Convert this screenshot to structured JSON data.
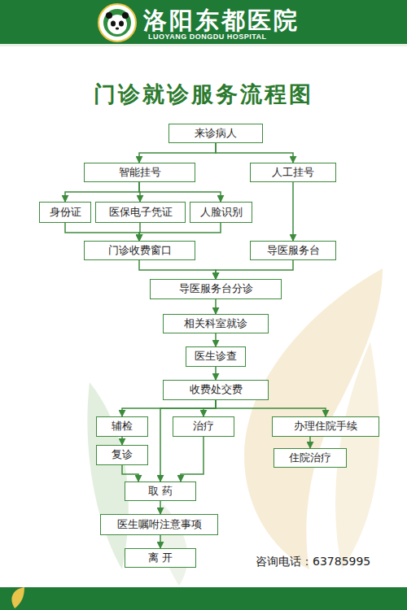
{
  "diagram": {
    "title": "门诊就诊服务流程图",
    "nodes": [
      {
        "text": [
          "来诊病人"
        ]
      },
      {
        "text": [
          "智能挂号"
        ]
      },
      {
        "text": [
          "人工挂号"
        ]
      },
      {
        "text": [
          "身份证"
        ]
      },
      {
        "text": [
          "医保电子凭证"
        ]
      },
      {
        "text": [
          "人脸识别"
        ]
      },
      {
        "text": [
          "门诊收费窗口"
        ]
      },
      {
        "text": [
          "导医服务台"
        ]
      },
      {
        "text": [
          "导医服务台分诊"
        ]
      },
      {
        "text": [
          "相关科室就诊"
        ]
      },
      {
        "text": [
          "医生诊查"
        ]
      },
      {
        "text": [
          "收费处交费"
        ]
      },
      {
        "text": [
          "辅检"
        ]
      },
      {
        "text": [
          "治疗"
        ]
      },
      {
        "text": [
          "办理住院手续"
        ]
      },
      {
        "text": [
          "复诊"
        ]
      },
      {
        "text": [
          "住院治疗"
        ]
      },
      {
        "text": [
          "取 药"
        ]
      },
      {
        "text": [
          "医生嘱咐注意事项"
        ]
      },
      {
        "text": [
          "离 开"
        ]
      }
    ],
    "edges": [
      {
        "from": 0,
        "to": 1,
        "arrow": "to"
      },
      {
        "from": 0,
        "to": 2,
        "arrow": "to"
      },
      {
        "from": 1,
        "to": 3,
        "arrow": "to"
      },
      {
        "from": 1,
        "to": 4,
        "arrow": "to"
      },
      {
        "from": 1,
        "to": 5,
        "arrow": "to"
      },
      {
        "from": 3,
        "to": 6,
        "arrow": "to"
      },
      {
        "from": 4,
        "to": 6,
        "arrow": "to"
      },
      {
        "from": 5,
        "to": 6,
        "arrow": "to"
      },
      {
        "from": 2,
        "to": 7,
        "arrow": "to"
      },
      {
        "from": 6,
        "to": 8,
        "arrow": "to"
      },
      {
        "from": 7,
        "to": 8,
        "arrow": "to"
      },
      {
        "from": 8,
        "to": 9,
        "arrow": "to"
      },
      {
        "from": 9,
        "to": 10,
        "arrow": "to"
      },
      {
        "from": 10,
        "to": 11,
        "arrow": "to"
      },
      {
        "from": 11,
        "to": 12,
        "arrow": "to"
      },
      {
        "from": 11,
        "to": 13,
        "arrow": "to"
      },
      {
        "from": 11,
        "to": 14,
        "arrow": "to"
      },
      {
        "from": 11,
        "to": 17,
        "arrow": "to"
      },
      {
        "from": 12,
        "to": 15,
        "arrow": "to"
      },
      {
        "from": 14,
        "to": 16,
        "arrow": "to"
      },
      {
        "from": 15,
        "to": 17,
        "arrow": "to"
      },
      {
        "from": 13,
        "to": 17,
        "arrow": "to"
      },
      {
        "from": 17,
        "to": 18,
        "arrow": "to"
      },
      {
        "from": 18,
        "to": 19,
        "arrow": "to"
      }
    ],
    "labels": [
      "洛阳东都医院",
      "LUOYANG DONGDU HOSPITAL",
      "咨询电话：63785995"
    ]
  }
}
